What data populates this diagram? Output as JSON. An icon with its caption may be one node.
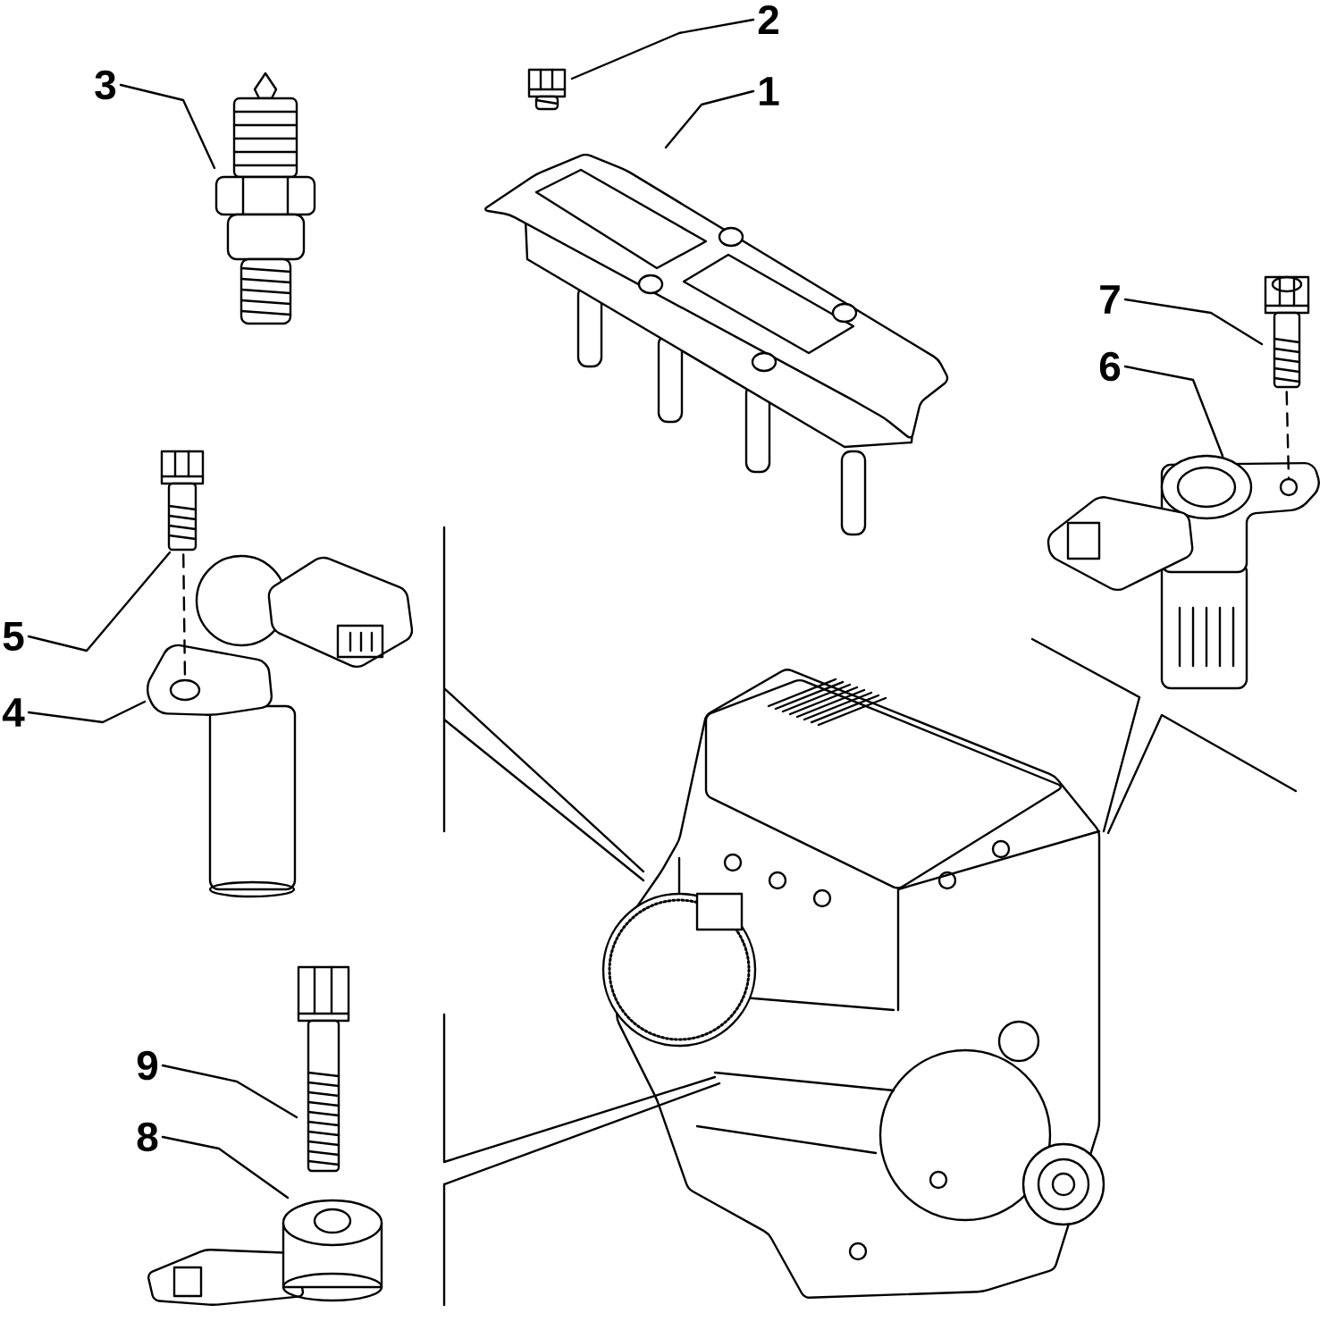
{
  "diagram": {
    "nodes": [
      {
        "text": [
          "1"
        ]
      },
      {
        "text": [],
        "shape": "picture"
      },
      {
        "text": [
          "2"
        ]
      },
      {
        "text": [],
        "shape": "picture"
      },
      {
        "text": [
          "3"
        ]
      },
      {
        "text": [],
        "shape": "picture"
      },
      {
        "text": [
          "4"
        ]
      },
      {
        "text": [],
        "shape": "picture"
      },
      {
        "text": [
          "5"
        ]
      },
      {
        "text": [],
        "shape": "picture"
      },
      {
        "text": [
          "6"
        ]
      },
      {
        "text": [],
        "shape": "picture"
      },
      {
        "text": [
          "7"
        ]
      },
      {
        "text": [],
        "shape": "picture"
      },
      {
        "text": [
          "8"
        ]
      },
      {
        "text": [],
        "shape": "picture"
      },
      {
        "text": [
          "9"
        ]
      },
      {
        "text": [],
        "shape": "picture"
      }
    ],
    "edges": [
      {
        "from": 0,
        "to": 1,
        "arrow": "none"
      },
      {
        "from": 2,
        "to": 3,
        "arrow": "none"
      },
      {
        "from": 4,
        "to": 5,
        "arrow": "none"
      },
      {
        "from": 6,
        "to": 7,
        "arrow": "none"
      },
      {
        "from": 8,
        "to": 9,
        "arrow": "none"
      },
      {
        "from": 10,
        "to": 11,
        "arrow": "none"
      },
      {
        "from": 12,
        "to": 13,
        "arrow": "none"
      },
      {
        "from": 14,
        "to": 15,
        "arrow": "none"
      },
      {
        "from": 16,
        "to": 17,
        "arrow": "none"
      },
      {
        "from": 9,
        "to": 7,
        "arrow": "none",
        "style": "dashed"
      },
      {
        "from": 13,
        "to": 11,
        "arrow": "none",
        "style": "dashed"
      }
    ]
  }
}
